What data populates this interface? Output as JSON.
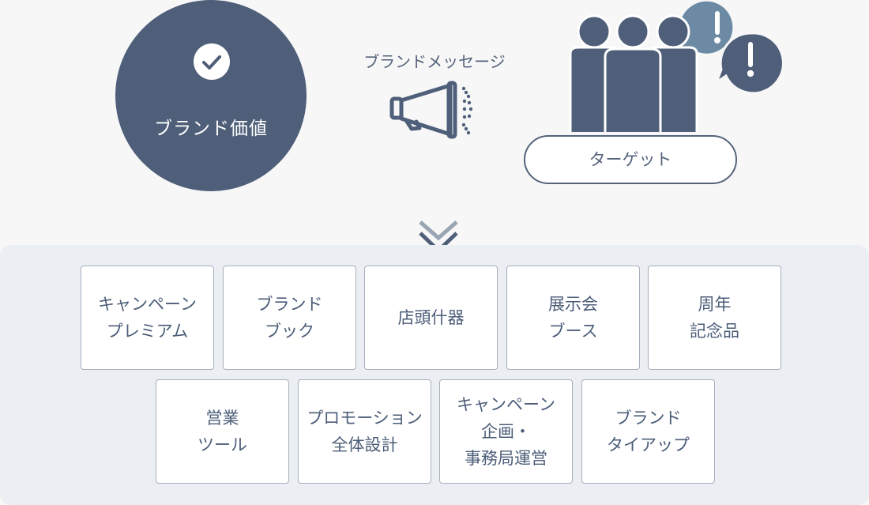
{
  "top": {
    "brand_value": "ブランド価値",
    "brand_message": "ブランドメッセージ",
    "target": "ターゲット"
  },
  "icons": [
    "check-icon",
    "megaphone-icon",
    "people-icon",
    "exclamation-bubble-icon",
    "double-chevron-down-icon"
  ],
  "colors": {
    "navy": "#4f5f79",
    "steel": "#6c8aa3",
    "panel": "#ebeef2",
    "border": "#a7b0bd"
  },
  "items": [
    [
      "キャンペーン",
      "プレミアム"
    ],
    [
      "ブランド",
      "ブック"
    ],
    [
      "店頭什器"
    ],
    [
      "展示会",
      "ブース"
    ],
    [
      "周年",
      "記念品"
    ],
    [
      "営業",
      "ツール"
    ],
    [
      "プロモーション",
      "全体設計"
    ],
    [
      "キャンペーン",
      "企画・",
      "事務局運営"
    ],
    [
      "ブランド",
      "タイアップ"
    ]
  ]
}
